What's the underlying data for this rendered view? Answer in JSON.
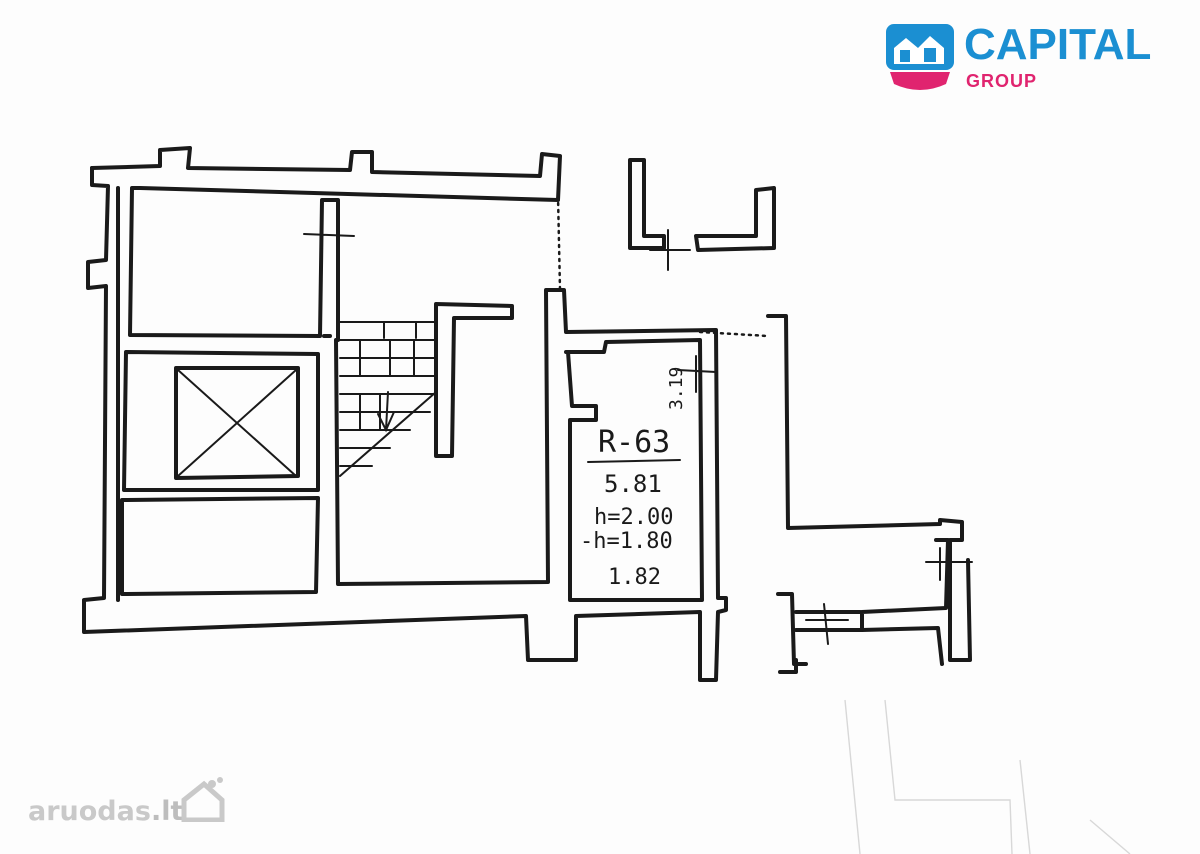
{
  "brand": {
    "name": "CAPITAL",
    "sub": "GROUP",
    "colors": {
      "blue": "#1b8fd2",
      "magenta": "#e0246f"
    }
  },
  "plan": {
    "room_label": "R-63",
    "area": "5.81",
    "height": "h=2.00",
    "lower_height": "-h=1.80",
    "perimeter_note": "1.82",
    "dimension": "3.19"
  },
  "watermark": {
    "name": "aruodas",
    "tld": ".lt"
  }
}
